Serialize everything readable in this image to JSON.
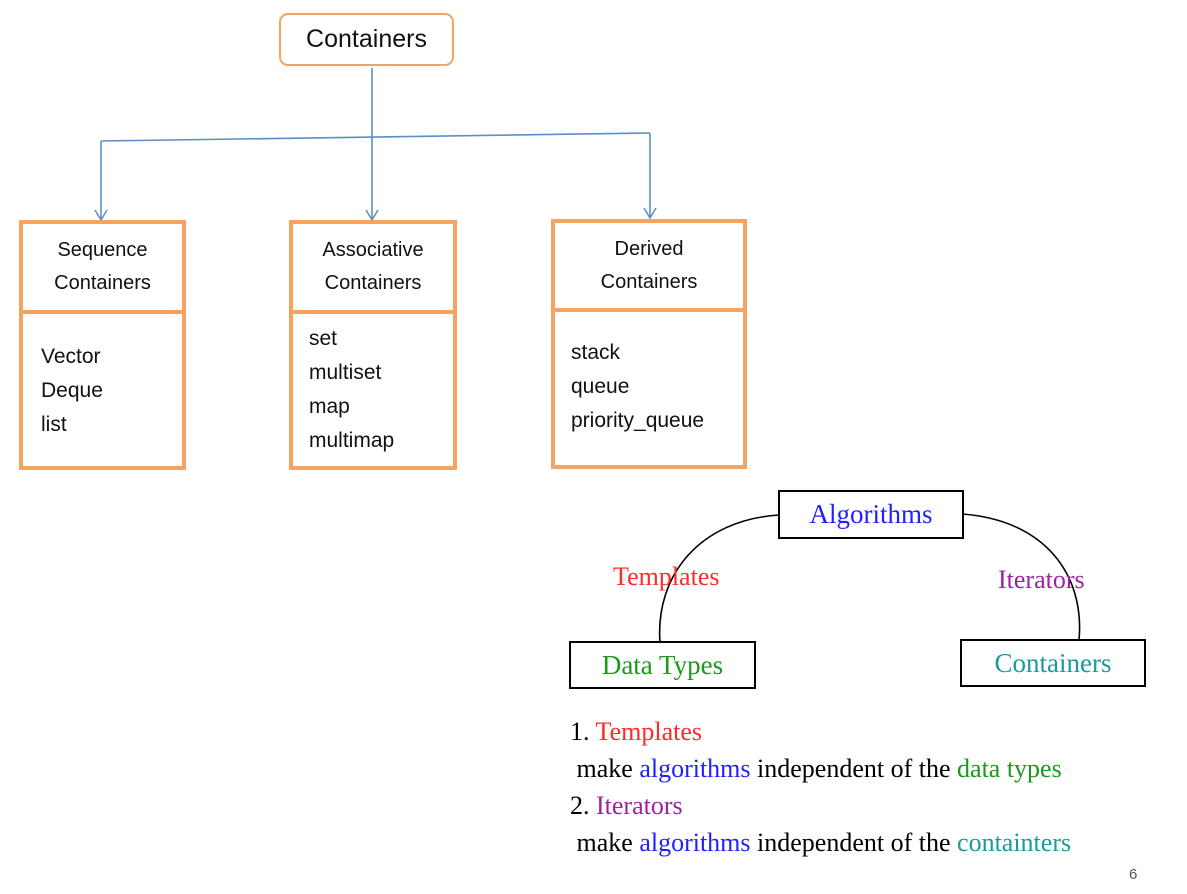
{
  "hierarchy": {
    "root": "Containers",
    "categories": [
      {
        "title_line1": "Sequence",
        "title_line2": "Containers",
        "items": [
          "Vector",
          "Deque",
          "list"
        ]
      },
      {
        "title_line1": "Associative",
        "title_line2": "Containers",
        "items": [
          "set",
          "multiset",
          "map",
          "multimap"
        ]
      },
      {
        "title_line1": "Derived",
        "title_line2": "Containers",
        "items": [
          "stack",
          "queue",
          "priority_queue"
        ]
      }
    ]
  },
  "relation": {
    "center": "Algorithms",
    "left": "Data Types",
    "right": "Containers",
    "left_edge": "Templates",
    "right_edge": "Iterators"
  },
  "notes": {
    "n1_num": "1.",
    "n1_kw": "Templates",
    "n1_l2_a": "make",
    "n1_l2_b": "algorithms",
    "n1_l2_c": "independent of the",
    "n1_l2_d": "data types",
    "n2_num": "2.",
    "n2_kw": "Iterators",
    "n2_l2_a": "make",
    "n2_l2_b": "algorithms",
    "n2_l2_c": "independent of the",
    "n2_l2_d": "containters"
  },
  "page_number": "6",
  "colors": {
    "box_border": "#f4a460",
    "connector": "#5b8fc7",
    "algorithms": "#1f1fff",
    "templates": "#ff2a2a",
    "iterators": "#a020a0",
    "data_types": "#1a9a1a",
    "containers": "#1a9a9a"
  }
}
